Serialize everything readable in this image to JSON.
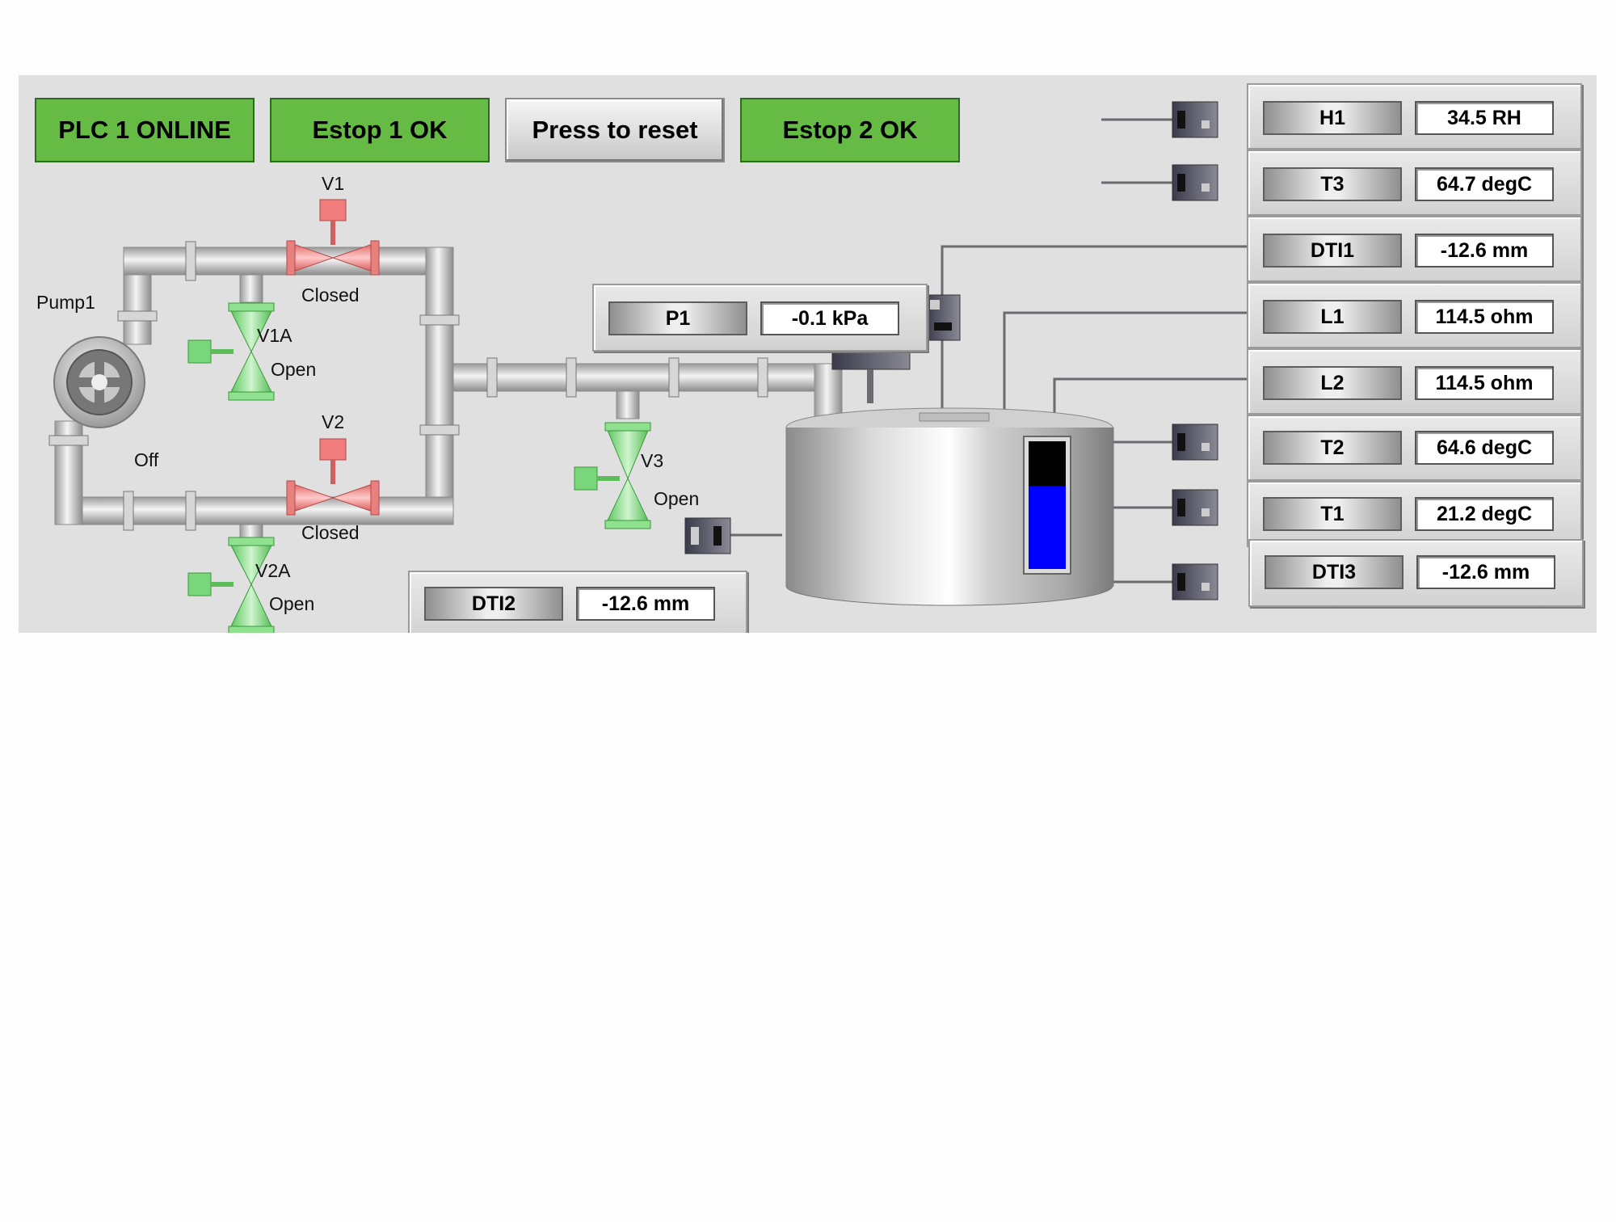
{
  "status_buttons": {
    "plc1": "PLC 1 ONLINE",
    "estop1": "Estop 1 OK",
    "reset": "Press to reset",
    "estop2": "Estop 2 OK"
  },
  "colors": {
    "ok_green": "#66bb44",
    "valve_open": "#8ee08e",
    "valve_closed": "#f08a8a",
    "tank_level": "#0000ff",
    "panel_bg": "#e0e0e0"
  },
  "pump": {
    "label": "Pump1",
    "state": "Off",
    "icon": "pump-icon"
  },
  "valves": {
    "v1": {
      "label": "V1",
      "state": "Closed"
    },
    "v1a": {
      "label": "V1A",
      "state": "Open"
    },
    "v2": {
      "label": "V2",
      "state": "Closed"
    },
    "v2a": {
      "label": "V2A",
      "state": "Open"
    },
    "v3": {
      "label": "V3",
      "state": "Open"
    }
  },
  "tank": {
    "level_fraction": 0.65
  },
  "readouts": {
    "p1": {
      "tag": "P1",
      "value": "-0.1 kPa"
    },
    "dti2": {
      "tag": "DTI2",
      "value": "-12.6 mm"
    },
    "h1": {
      "tag": "H1",
      "value": "34.5 RH"
    },
    "t3": {
      "tag": "T3",
      "value": "64.7 degC"
    },
    "dti1": {
      "tag": "DTI1",
      "value": "-12.6 mm"
    },
    "l1": {
      "tag": "L1",
      "value": "114.5 ohm"
    },
    "l2": {
      "tag": "L2",
      "value": "114.5 ohm"
    },
    "t2": {
      "tag": "T2",
      "value": "64.6 degC"
    },
    "t1": {
      "tag": "T1",
      "value": "21.2 degC"
    },
    "dti3": {
      "tag": "DTI3",
      "value": "-12.6 mm"
    }
  }
}
